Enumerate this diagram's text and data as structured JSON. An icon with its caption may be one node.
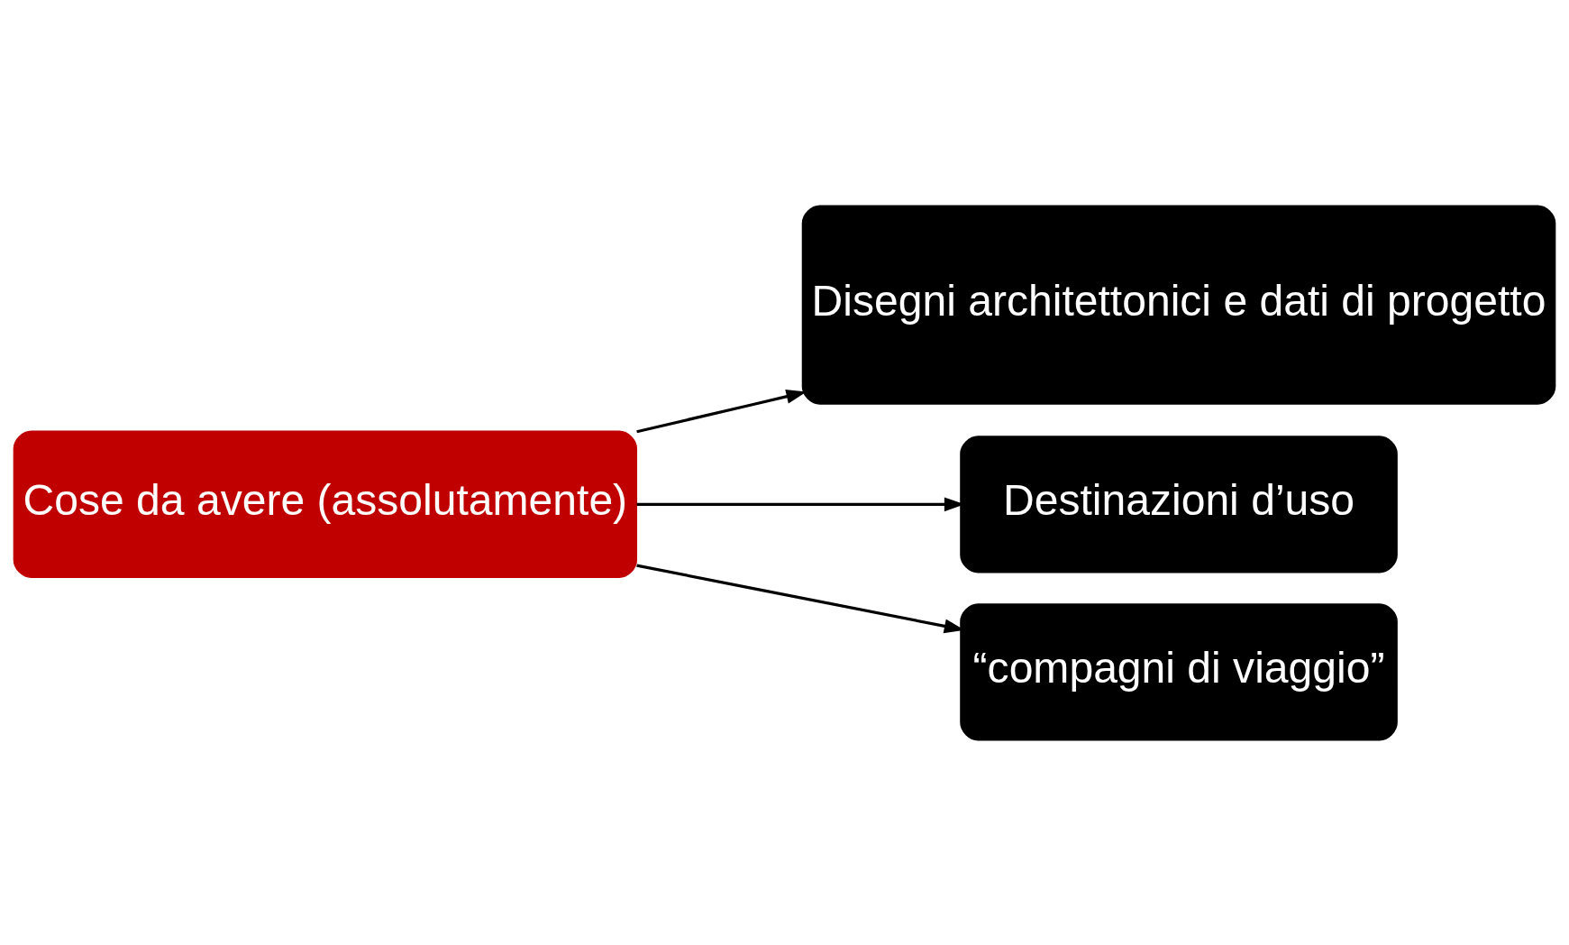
{
  "diagram": {
    "nodes": [
      {
        "text": [
          "Cose da avere (assolutamente)"
        ]
      },
      {
        "text": [
          "Disegni architettonici e dati di progetto"
        ]
      },
      {
        "text": [
          "Destinazioni d’uso"
        ]
      },
      {
        "text": [
          "“compagni di viaggio”"
        ]
      }
    ],
    "edges": [
      {
        "from": 0,
        "to": 1,
        "arrow": "to"
      },
      {
        "from": 0,
        "to": 2,
        "arrow": "to"
      },
      {
        "from": 0,
        "to": 3,
        "arrow": "to"
      }
    ]
  }
}
